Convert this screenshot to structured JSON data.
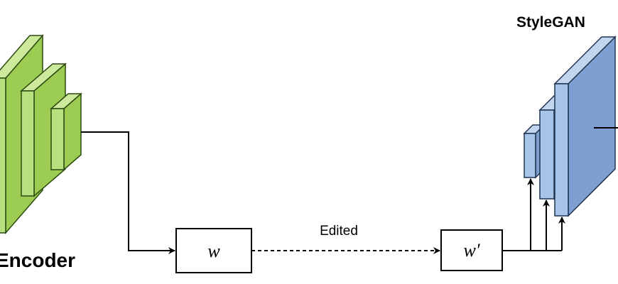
{
  "encoder": {
    "label": "Encoder",
    "color_front": "#b9e07e",
    "color_side": "#9ccc52",
    "color_top": "#cdea9c",
    "stroke": "#2b4a10"
  },
  "generator": {
    "label": "StyleGAN",
    "color_front": "#a6c3e8",
    "color_side": "#7d9fd2",
    "color_top": "#c3d6f0",
    "stroke": "#1f3550"
  },
  "latent": {
    "w_label": "w",
    "w_prime_label": "w′"
  },
  "edge": {
    "edited_label": "Edited"
  }
}
